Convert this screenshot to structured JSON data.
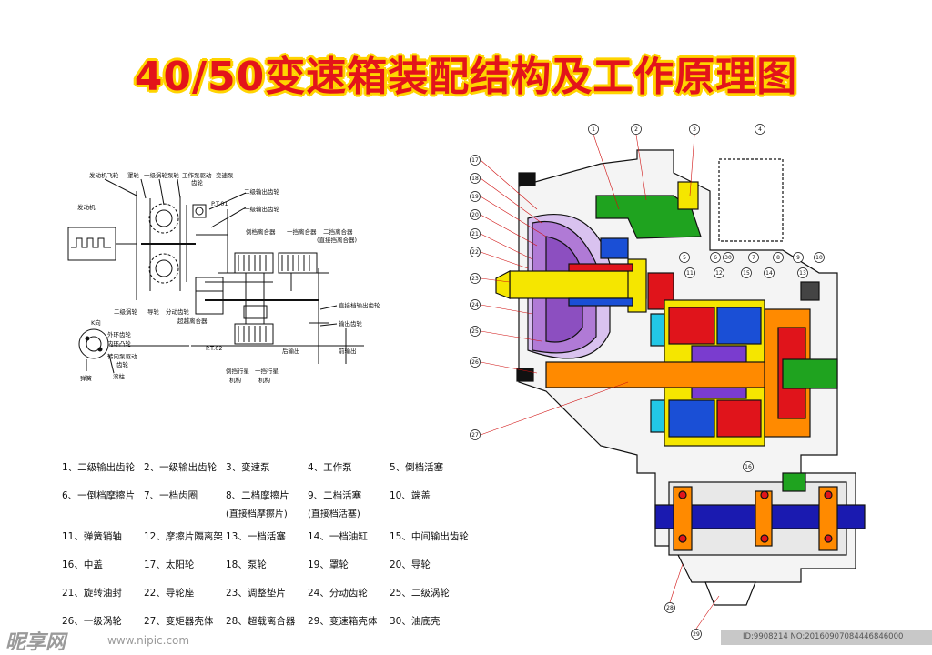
{
  "title": "40/50变速箱装配结构及工作原理图",
  "schematic_labels": {
    "flywheel": "发动机飞轮",
    "cover": "罩轮",
    "turbine1": "一级涡轮",
    "pump": "泵轮",
    "pump_drive": "工作泵驱动",
    "pump_drive2": "齿轮",
    "trans_pump": "变速泵",
    "pto": "P.T.01",
    "out2": "二级输出齿轮",
    "out1": "一级输出齿轮",
    "engine": "发动机",
    "rev_clutch": "倒档离合器",
    "c1": "一挡离合器",
    "c2": "二挡离合器",
    "direct_clutch": "(直接挡离合器)",
    "turbine2": "二级涡轮",
    "guide": "导轮",
    "split_gear": "分动齿轮",
    "transfer_gear": "超越离合器",
    "direct_out": "直接档输出齿轮",
    "output_gear": "输出齿轮",
    "k": "K向",
    "outer_ring": "外环齿轮",
    "inner_cam": "内环凸轮",
    "steer_pump": "转向泵驱动",
    "steer_gear": "齿轮",
    "pto2": "P.T.02",
    "rear": "后输出",
    "front": "前输出",
    "spring": "弹簧",
    "roller": "滚柱",
    "rev_planet": "倒挡行星",
    "rev_planet2": "机构",
    "p1_planet": "一挡行星",
    "p1_planet2": "机构"
  },
  "callouts": [
    "1",
    "2",
    "3",
    "4",
    "5",
    "6",
    "7",
    "8",
    "9",
    "10",
    "11",
    "12",
    "13",
    "14",
    "15",
    "16",
    "17",
    "18",
    "19",
    "20",
    "21",
    "22",
    "23",
    "24",
    "25",
    "26",
    "27",
    "28",
    "29",
    "30"
  ],
  "legend": [
    [
      "1、二级输出齿轮",
      "2、一级输出齿轮",
      "3、变速泵",
      "4、工作泵",
      "5、倒档活塞"
    ],
    [
      "6、一倒档摩擦片",
      "7、一档齿圈",
      "8、二档摩擦片",
      "9、二档活塞",
      "10、端盖"
    ],
    [
      "11、弹簧销轴",
      "12、摩擦片隔离架",
      "13、一档活塞",
      "14、一档油缸",
      "15、中间输出齿轮"
    ],
    [
      "16、中盖",
      "17、太阳轮",
      "18、泵轮",
      "19、罩轮",
      "20、导轮"
    ],
    [
      "21、旋转油封",
      "22、导轮座",
      "23、调整垫片",
      "24、分动齿轮",
      "25、二级涡轮"
    ],
    [
      "26、一级涡轮",
      "27、变矩器壳体",
      "28、超载离合器",
      "29、变速箱壳体",
      "30、油底壳"
    ]
  ],
  "legend_sub": [
    "(直接档摩擦片)",
    "(直接档活塞)"
  ],
  "watermark": {
    "logo": "昵享网",
    "url": "www.nipic.com",
    "id": "ID:9908214 NO:20160907084446846000"
  }
}
